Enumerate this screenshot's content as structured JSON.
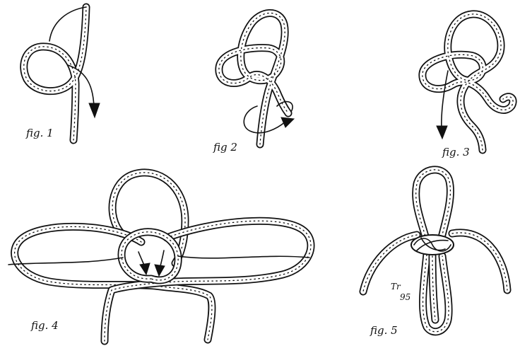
{
  "figures": [
    {
      "id": "fig1",
      "caption": "fig. 1"
    },
    {
      "id": "fig2",
      "caption": "fig 2"
    },
    {
      "id": "fig3",
      "caption": "fig. 3"
    },
    {
      "id": "fig4",
      "caption": "fig. 4"
    },
    {
      "id": "fig5",
      "caption": "fig. 5"
    }
  ],
  "signature": {
    "initials": "Tr",
    "year": "95"
  },
  "colors": {
    "ink": "#111111",
    "paper": "#ffffff"
  }
}
